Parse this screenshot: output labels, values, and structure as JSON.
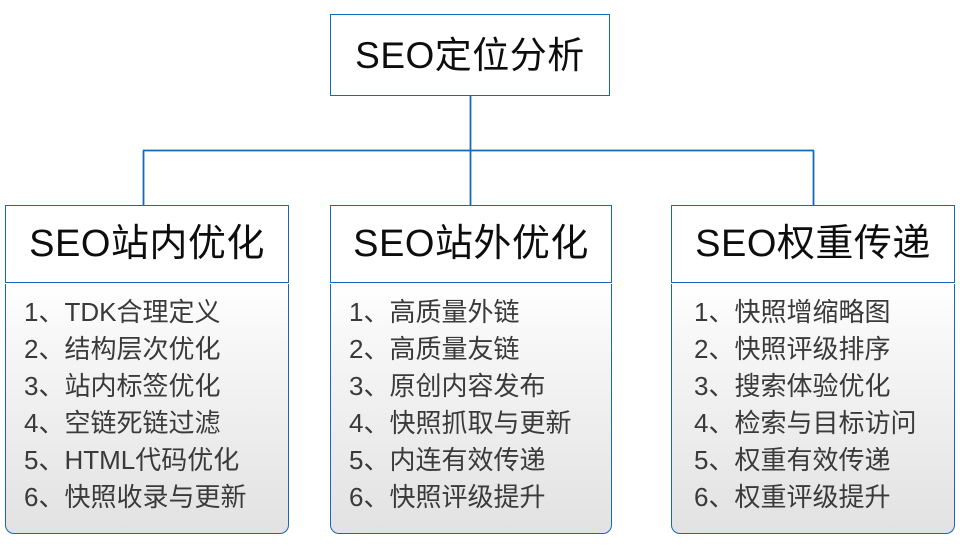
{
  "diagram": {
    "type": "org-chart",
    "accent_color": "#1569b8",
    "text_color": "#3a3a3a",
    "heading_color": "#0d0d0d",
    "background": "#ffffff",
    "root": {
      "label": "SEO定位分析"
    },
    "branches": [
      {
        "id": "seo-onsite",
        "title": "SEO站内优化",
        "items": [
          "1、TDK合理定义",
          "2、结构层次优化",
          "3、站内标签优化",
          "4、空链死链过滤",
          "5、HTML代码优化",
          "6、快照收录与更新"
        ]
      },
      {
        "id": "seo-offsite",
        "title": "SEO站外优化",
        "items": [
          "1、高质量外链",
          "2、高质量友链",
          "3、原创内容发布",
          "4、快照抓取与更新",
          "5、内连有效传递",
          "6、快照评级提升"
        ]
      },
      {
        "id": "seo-weight-transfer",
        "title": "SEO权重传递",
        "items": [
          "1、快照增缩略图",
          "2、快照评级排序",
          "3、搜索体验优化",
          "4、检索与目标访问",
          "5、权重有效传递",
          "6、权重评级提升"
        ]
      }
    ]
  }
}
